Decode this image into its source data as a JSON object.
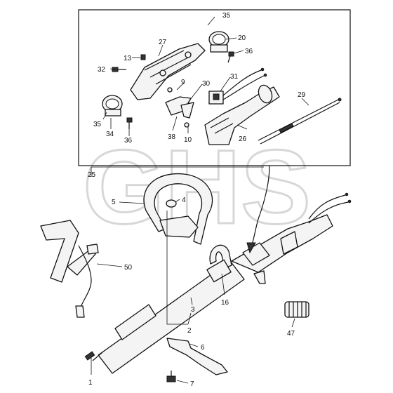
{
  "watermark": "GHS",
  "callouts": [
    {
      "id": "c35a",
      "text": "35"
    },
    {
      "id": "c20",
      "text": "20"
    },
    {
      "id": "c27",
      "text": "27"
    },
    {
      "id": "c13",
      "text": "13"
    },
    {
      "id": "c36a",
      "text": "36"
    },
    {
      "id": "c32",
      "text": "32"
    },
    {
      "id": "c31",
      "text": "31"
    },
    {
      "id": "c9",
      "text": "9"
    },
    {
      "id": "c30",
      "text": "30"
    },
    {
      "id": "c29",
      "text": "29"
    },
    {
      "id": "c35b",
      "text": "35"
    },
    {
      "id": "c34",
      "text": "34"
    },
    {
      "id": "c36b",
      "text": "36"
    },
    {
      "id": "c38",
      "text": "38"
    },
    {
      "id": "c10",
      "text": "10"
    },
    {
      "id": "c26",
      "text": "26"
    },
    {
      "id": "c25",
      "text": "25"
    },
    {
      "id": "c5",
      "text": "5"
    },
    {
      "id": "c4",
      "text": "4"
    },
    {
      "id": "c50",
      "text": "50"
    },
    {
      "id": "c16",
      "text": "16"
    },
    {
      "id": "c3",
      "text": "3"
    },
    {
      "id": "c2",
      "text": "2"
    },
    {
      "id": "c6",
      "text": "6"
    },
    {
      "id": "c47",
      "text": "47"
    },
    {
      "id": "c1",
      "text": "1"
    },
    {
      "id": "c7",
      "text": "7"
    }
  ]
}
